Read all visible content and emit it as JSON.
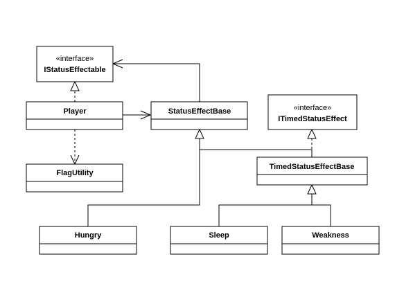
{
  "stereotype_label": "«interface»",
  "classes": {
    "istatuseffectable": {
      "name": "IStatusEffectable"
    },
    "player": {
      "name": "Player"
    },
    "statuseffectbase": {
      "name": "StatusEffectBase"
    },
    "itimedstatuseffect": {
      "name": "ITimedStatusEffect"
    },
    "flagutility": {
      "name": "FlagUtility"
    },
    "timedstatuseffectbase": {
      "name": "TimedStatusEffectBase"
    },
    "hungry": {
      "name": "Hungry"
    },
    "sleep": {
      "name": "Sleep"
    },
    "weakness": {
      "name": "Weakness"
    }
  },
  "relations": [
    {
      "from": "Player",
      "to": "IStatusEffectable",
      "kind": "realization"
    },
    {
      "from": "Player",
      "to": "StatusEffectBase",
      "kind": "association"
    },
    {
      "from": "StatusEffectBase",
      "to": "IStatusEffectable",
      "kind": "association"
    },
    {
      "from": "Player",
      "to": "FlagUtility",
      "kind": "dependency"
    },
    {
      "from": "TimedStatusEffectBase",
      "to": "StatusEffectBase",
      "kind": "generalization"
    },
    {
      "from": "TimedStatusEffectBase",
      "to": "ITimedStatusEffect",
      "kind": "realization"
    },
    {
      "from": "Hungry",
      "to": "StatusEffectBase",
      "kind": "generalization"
    },
    {
      "from": "Sleep",
      "to": "TimedStatusEffectBase",
      "kind": "generalization"
    },
    {
      "from": "Weakness",
      "to": "TimedStatusEffectBase",
      "kind": "generalization"
    }
  ]
}
